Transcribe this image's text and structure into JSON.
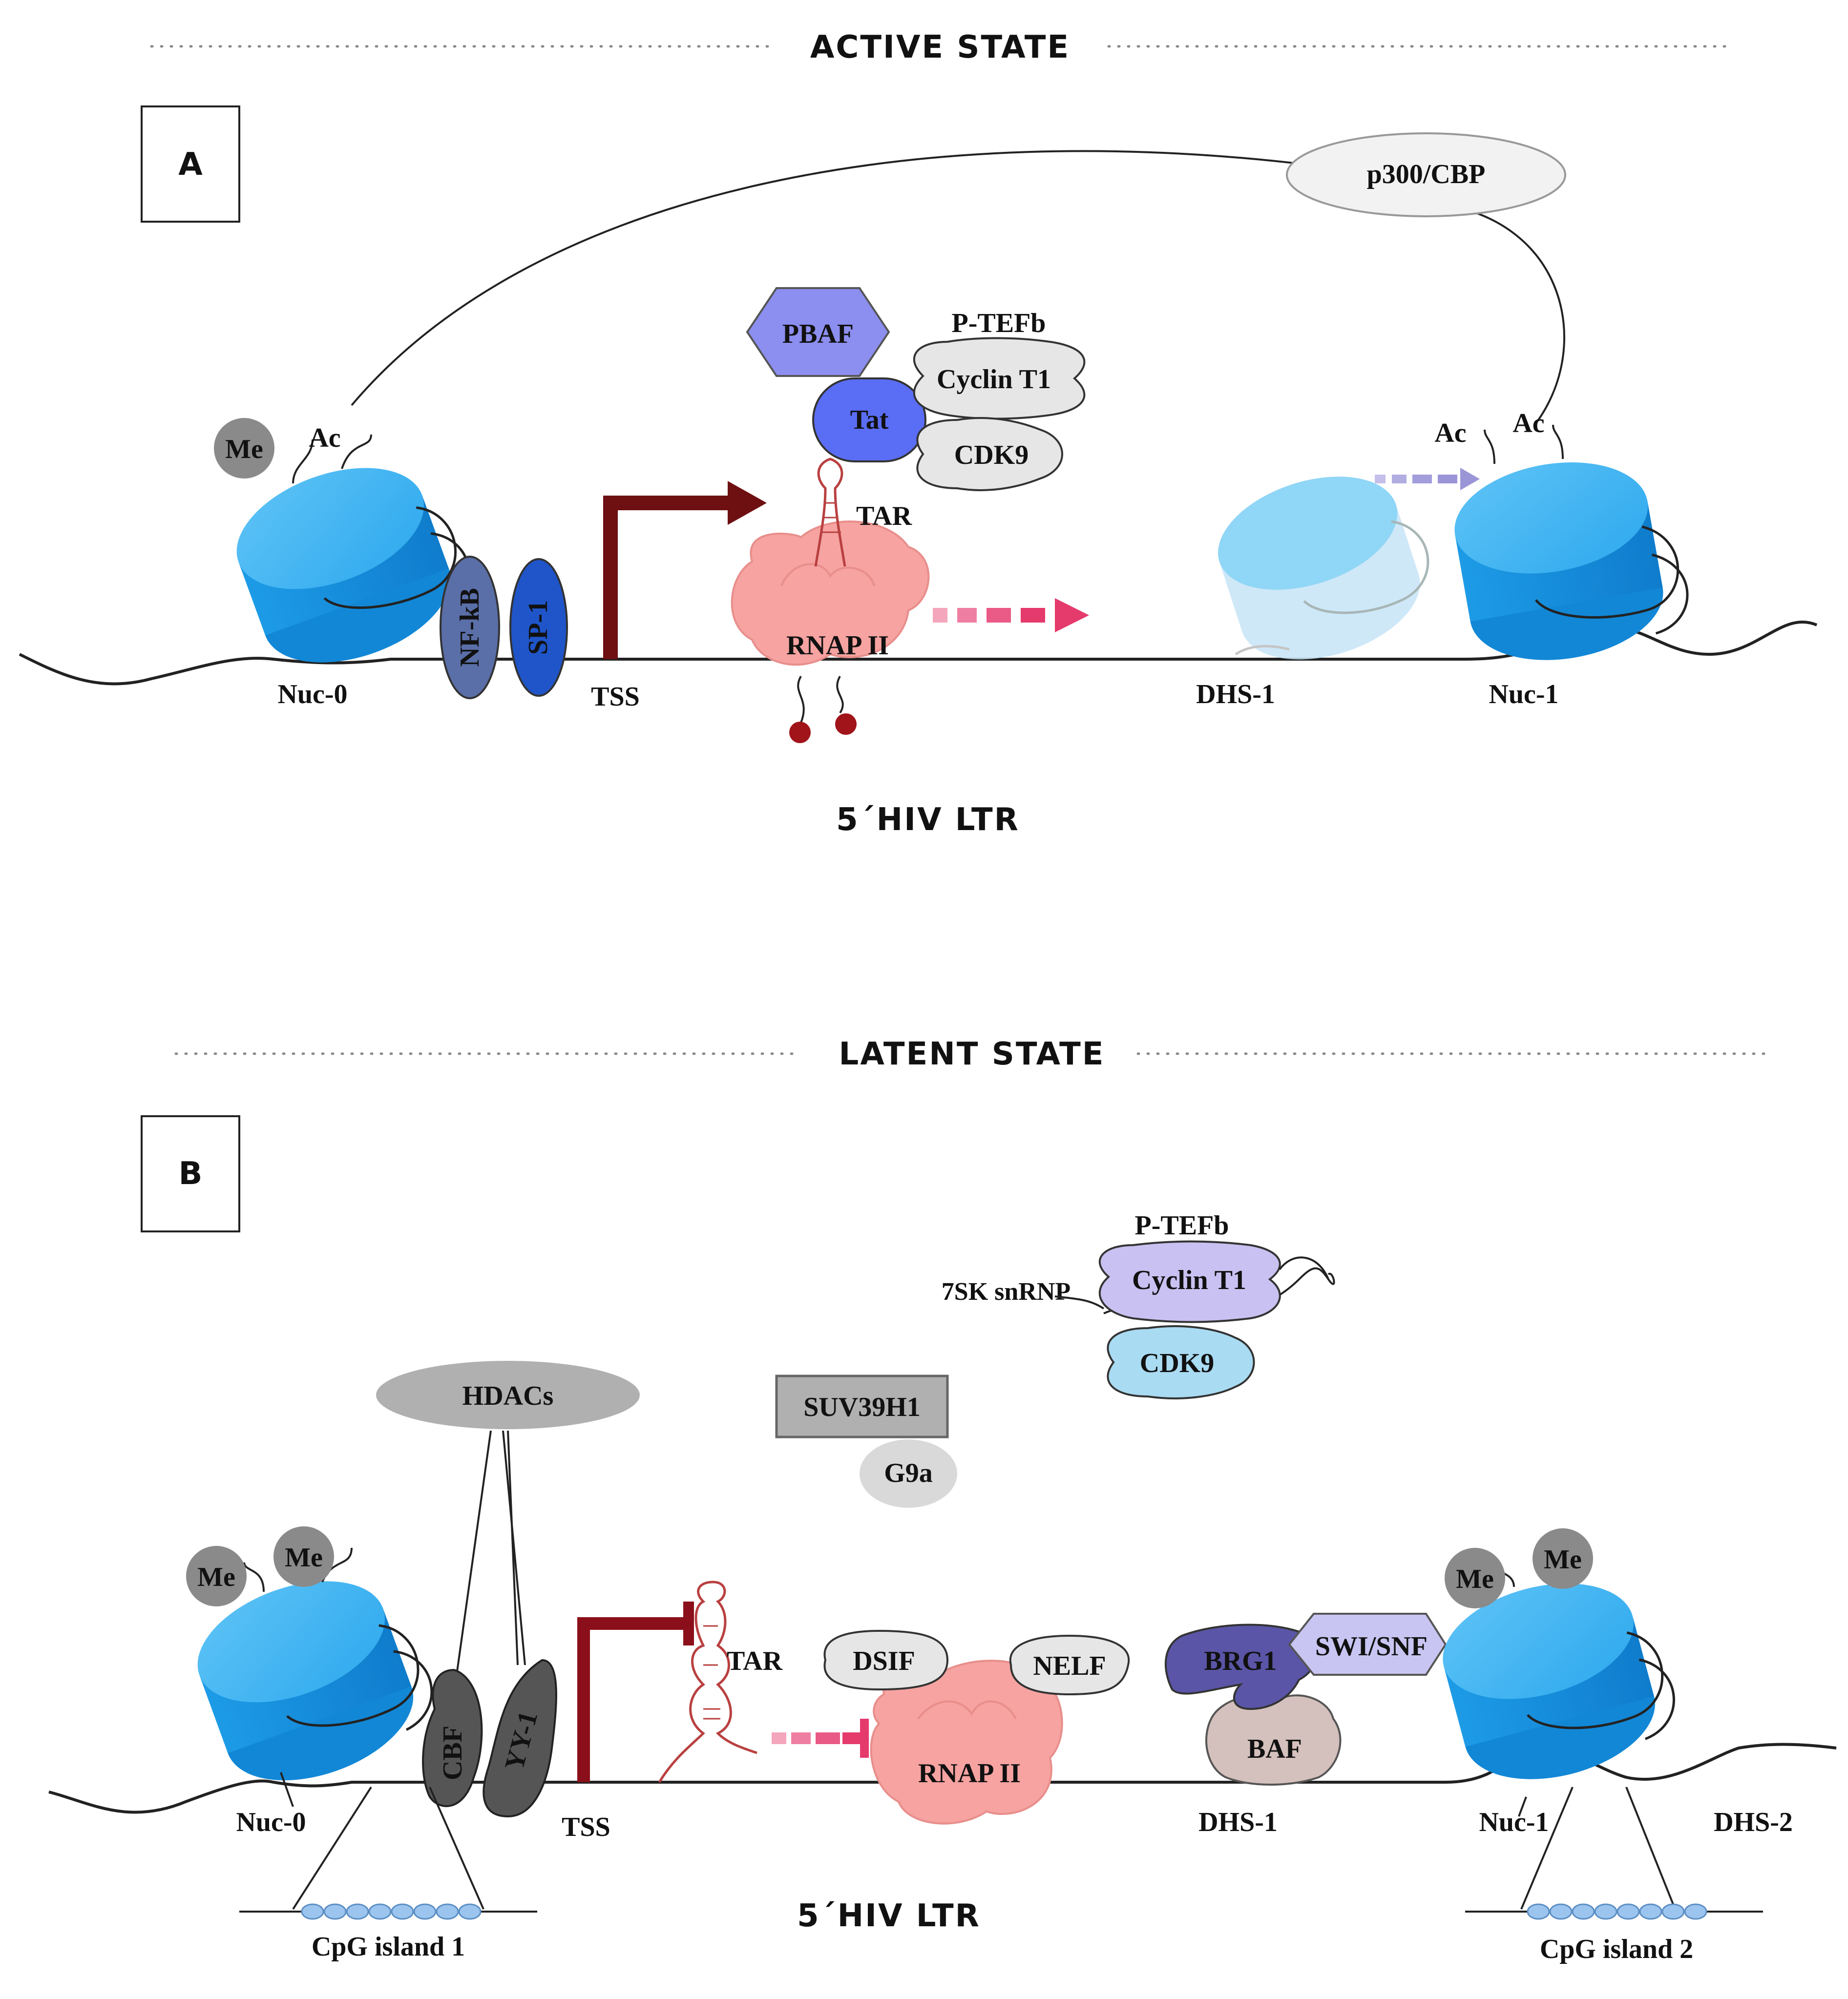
{
  "panel_a": {
    "header": "ACTIVE STATE",
    "panel_letter": "A",
    "coactivator": "p300/CBP",
    "pbaf": "PBAF",
    "ptefb": "P-TEFb",
    "cyclin": "Cyclin T1",
    "tat": "Tat",
    "cdk9": "CDK9",
    "tar": "TAR",
    "rnap": "RNAP II",
    "nfkb": "NF-kB",
    "sp1": "SP-1",
    "tss": "TSS",
    "nuc0": "Nuc-0",
    "dhs1": "DHS-1",
    "nuc1": "Nuc-1",
    "me": "Me",
    "ac": "Ac",
    "footer": "5´HIV LTR"
  },
  "panel_b": {
    "header": "LATENT STATE",
    "panel_letter": "B",
    "ptefb": "P-TEFb",
    "cyclin": "Cyclin T1",
    "snrnp": "7SK snRNP",
    "cdk9": "CDK9",
    "hdacs": "HDACs",
    "suv": "SUV39H1",
    "g9a": "G9a",
    "me": "Me",
    "cbf": "CBF",
    "yy1": "YY-1",
    "tar": "TAR",
    "dsif": "DSIF",
    "nelf": "NELF",
    "rnap": "RNAP II",
    "brg1": "BRG1",
    "swisnf": "SWI/SNF",
    "baf": "BAF",
    "nuc0": "Nuc-0",
    "tss": "TSS",
    "dhs1": "DHS-1",
    "nuc1": "Nuc-1",
    "dhs2": "DHS-2",
    "cpg1": "CpG island 1",
    "cpg2": "CpG island 2",
    "footer": "5´HIV LTR"
  },
  "colors": {
    "nucleosome": "#2aa6ee",
    "nucleosome_dark": "#1a8bd6",
    "nucleosome_faded": "#a8dcf7",
    "nfkb": "#5a6fa8",
    "sp1": "#1f55c9",
    "tss_arrow": "#6e0f12",
    "rnap": "#f6a3a1",
    "pbaf": "#8c8ef0",
    "tat": "#5a6df5",
    "light_gray": "#e6e6e6",
    "mid_gray": "#8a8a8a",
    "dark_gray": "#555555",
    "cyclin_b": "#c9c1f1",
    "cdk9_b": "#a9dbf2",
    "brg1": "#5a55a6",
    "swisnf": "#c8c5f2",
    "baf": "#d4c0bc",
    "pink_arrow": "#e53a6c",
    "lavender_arrow": "#9a95d6",
    "cpg_bead": "#9bc4ef"
  }
}
